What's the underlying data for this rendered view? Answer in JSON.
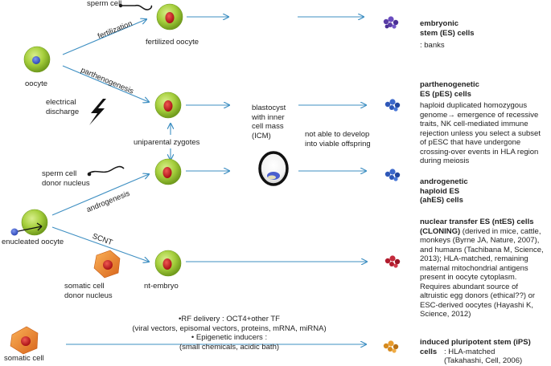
{
  "labels": {
    "sperm_cell": "sperm cell",
    "fertilization": "fertilization",
    "fertilized_oocyte": "fertilized oocyte",
    "oocyte": "oocyte",
    "parthenogenesis": "parthenogenesis",
    "electrical_discharge": "electrical\ndischarge",
    "uniparental_zygotes": "uniparental zygotes",
    "blastocyst": "blastocyst\nwith inner\ncell mass\n(ICM)",
    "not_able": "not able to develop\ninto viable offspring",
    "sperm_donor": "sperm cell\ndonor nucleus",
    "androgenesis": "androgenesis",
    "enucleated_oocyte": "enucleated oocyte",
    "scnt": "SCNT",
    "somatic_donor": "somatic cell\ndonor nucleus",
    "nt_embryo": "nt-embryo",
    "rf_delivery": "•RF delivery : OCT4+other TF\n(viral vectors, episomal vectors, proteins, mRNA, miRNA)\n• Epigenetic inducers :\n(small chemicals, acidic bath)",
    "somatic_cell": "somatic cell"
  },
  "outcomes": {
    "es_title": "embryonic\nstem (ES) cells",
    "es_note": ": banks",
    "pes_title": "parthenogenetic\nES (pES) cells",
    "pes_note": "haploid duplicated homozygous\ngenome→ emergence of recessive\ntraits, NK cell-mediated immune\nrejection unless you select a subset\nof pESC that have undergone\ncrossing-over events in HLA region\nduring meiosis",
    "ahes_title": "androgenetic\nhaploid ES\n(ahES) cells",
    "ntes_title": "nuclear transfer ES (ntES) cells",
    "ntes_cloning": "(CLONING)",
    "ntes_rest": " (derived in mice, cattle,\nmonkeys (Byrne JA, Nature, 2007),\nand humans (Tachibana M, Science,\n2013); HLA-matched, remaining\nmaternal mitochondrial antigens\npresent in oocyte cytoplasm.\nRequires abundant source of\naltruistic egg donors (ethical??) or\nESC-derived oocytes (Hayashi K,\nScience, 2012)",
    "ips_title": "induced pluripotent stem (iPS)\ncells",
    "ips_note": ": HLA-matched\n(Takahashi, Cell, 2006)"
  },
  "colors": {
    "arrow": "#3e8fc2",
    "cell_fill": "#a6cf3d",
    "nucleus_red": "#c7161c",
    "nucleus_blue": "#3f5dd0",
    "somatic_orange": "#f0892a",
    "es_purple": "#5a3da6",
    "pes_blue": "#2e57b8",
    "ntes_red": "#b21c2e",
    "ips_orange": "#d68a1e"
  }
}
